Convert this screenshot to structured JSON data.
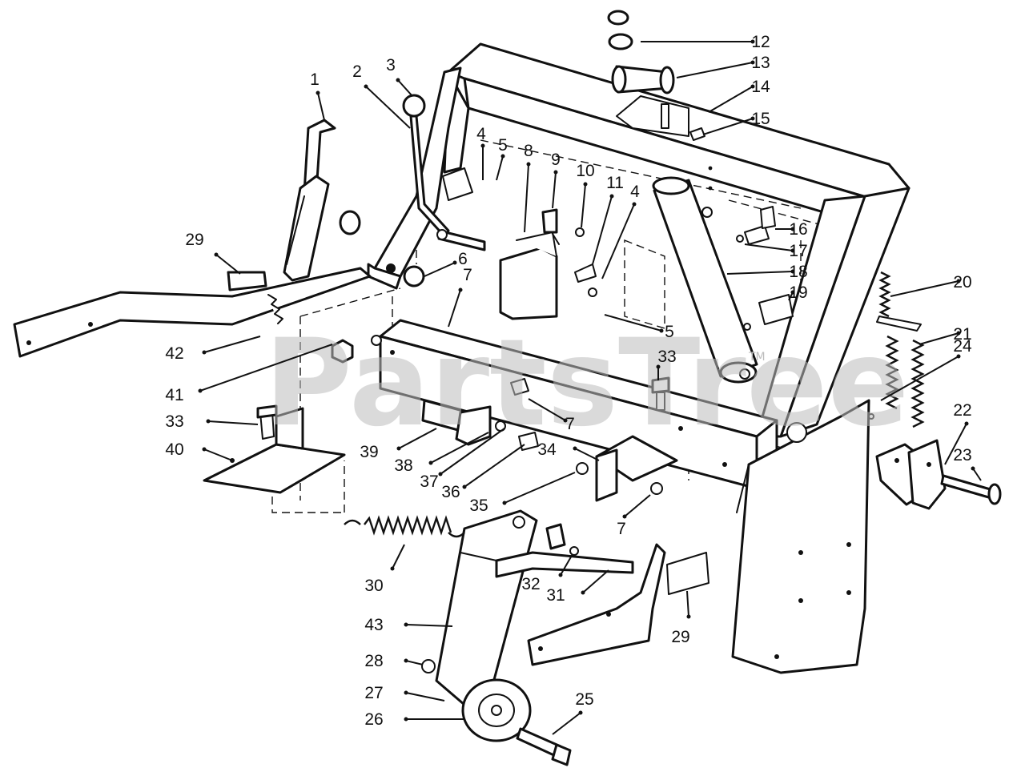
{
  "watermark": {
    "text": "PartsTree",
    "mark": "TM"
  },
  "callouts": [
    {
      "id": "c1",
      "label": "1"
    },
    {
      "id": "c2",
      "label": "2"
    },
    {
      "id": "c3",
      "label": "3"
    },
    {
      "id": "c4a",
      "label": "4"
    },
    {
      "id": "c4b",
      "label": "4"
    },
    {
      "id": "c5a",
      "label": "5"
    },
    {
      "id": "c5b",
      "label": "5"
    },
    {
      "id": "c6",
      "label": "6"
    },
    {
      "id": "c7a",
      "label": "7"
    },
    {
      "id": "c7b",
      "label": "7"
    },
    {
      "id": "c7c",
      "label": "7"
    },
    {
      "id": "c8",
      "label": "8"
    },
    {
      "id": "c9",
      "label": "9"
    },
    {
      "id": "c10",
      "label": "10"
    },
    {
      "id": "c11",
      "label": "11"
    },
    {
      "id": "c12",
      "label": "12"
    },
    {
      "id": "c13",
      "label": "13"
    },
    {
      "id": "c14",
      "label": "14"
    },
    {
      "id": "c15",
      "label": "15"
    },
    {
      "id": "c16",
      "label": "16"
    },
    {
      "id": "c17",
      "label": "17"
    },
    {
      "id": "c18",
      "label": "18"
    },
    {
      "id": "c19",
      "label": "19"
    },
    {
      "id": "c20",
      "label": "20"
    },
    {
      "id": "c21",
      "label": "21"
    },
    {
      "id": "c22",
      "label": "22"
    },
    {
      "id": "c23",
      "label": "23"
    },
    {
      "id": "c24",
      "label": "24"
    },
    {
      "id": "c25",
      "label": "25"
    },
    {
      "id": "c26",
      "label": "26"
    },
    {
      "id": "c27",
      "label": "27"
    },
    {
      "id": "c28",
      "label": "28"
    },
    {
      "id": "c29a",
      "label": "29"
    },
    {
      "id": "c29b",
      "label": "29"
    },
    {
      "id": "c30",
      "label": "30"
    },
    {
      "id": "c31",
      "label": "31"
    },
    {
      "id": "c32",
      "label": "32"
    },
    {
      "id": "c33a",
      "label": "33"
    },
    {
      "id": "c33b",
      "label": "33"
    },
    {
      "id": "c34",
      "label": "34"
    },
    {
      "id": "c35",
      "label": "35"
    },
    {
      "id": "c36",
      "label": "36"
    },
    {
      "id": "c37",
      "label": "37"
    },
    {
      "id": "c38",
      "label": "38"
    },
    {
      "id": "c39",
      "label": "39"
    },
    {
      "id": "c40",
      "label": "40"
    },
    {
      "id": "c41",
      "label": "41"
    },
    {
      "id": "c42",
      "label": "42"
    },
    {
      "id": "c43",
      "label": "43"
    }
  ]
}
